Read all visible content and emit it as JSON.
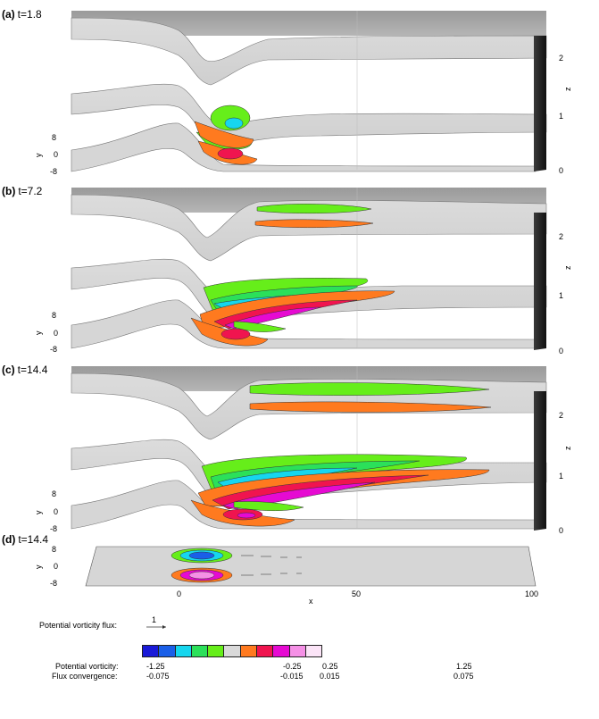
{
  "panels": [
    {
      "letter": "(a)",
      "time": "t=1.8"
    },
    {
      "letter": "(b)",
      "time": "t=7.2"
    },
    {
      "letter": "(c)",
      "time": "t=14.4"
    },
    {
      "letter": "(d)",
      "time": "t=14.4"
    }
  ],
  "axes": {
    "x_label": "x",
    "x_ticks": [
      "0",
      "50",
      "100"
    ],
    "y_label": "y",
    "y_ticks": [
      "8",
      "0",
      "-8"
    ],
    "z_label": "z",
    "z_ticks": [
      "2",
      "1",
      "0"
    ]
  },
  "legend": {
    "flux_label": "Potential vorticity flux:",
    "flux_scale": "1",
    "colorbar": [
      "#1a1ad8",
      "#1a5fe8",
      "#16d6ee",
      "#2be05a",
      "#66ee1a",
      "#d9d9d9",
      "#ff7a1f",
      "#f0144f",
      "#e60ad2",
      "#f590e6",
      "#fbe4f7"
    ],
    "pv_label": "Potential vorticity:",
    "pv_values": [
      "-1.25",
      "-0.25",
      "0.25",
      "1.25"
    ],
    "fc_label": "Flux convergence:",
    "fc_values": [
      "-0.075",
      "-0.015",
      "0.015",
      "0.075"
    ]
  }
}
